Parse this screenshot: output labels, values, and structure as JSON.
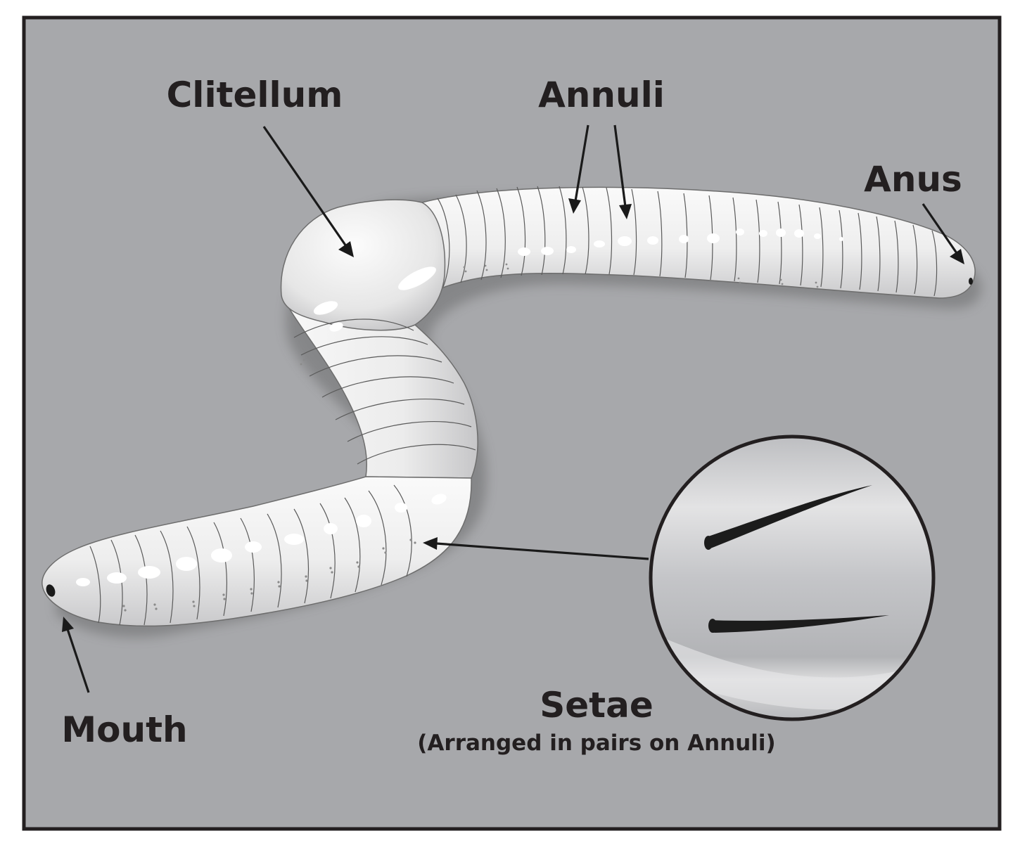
{
  "labels": {
    "clitellum": "Clitellum",
    "annuli": "Annuli",
    "anus": "Anus",
    "mouth": "Mouth",
    "setae": "Setae",
    "setae_note": "(Arranged in pairs on Annuli)"
  },
  "colors": {
    "background": "#a7a8ab",
    "frame": "#231f20",
    "body": "#f2f2f2",
    "label": "#231f20"
  }
}
